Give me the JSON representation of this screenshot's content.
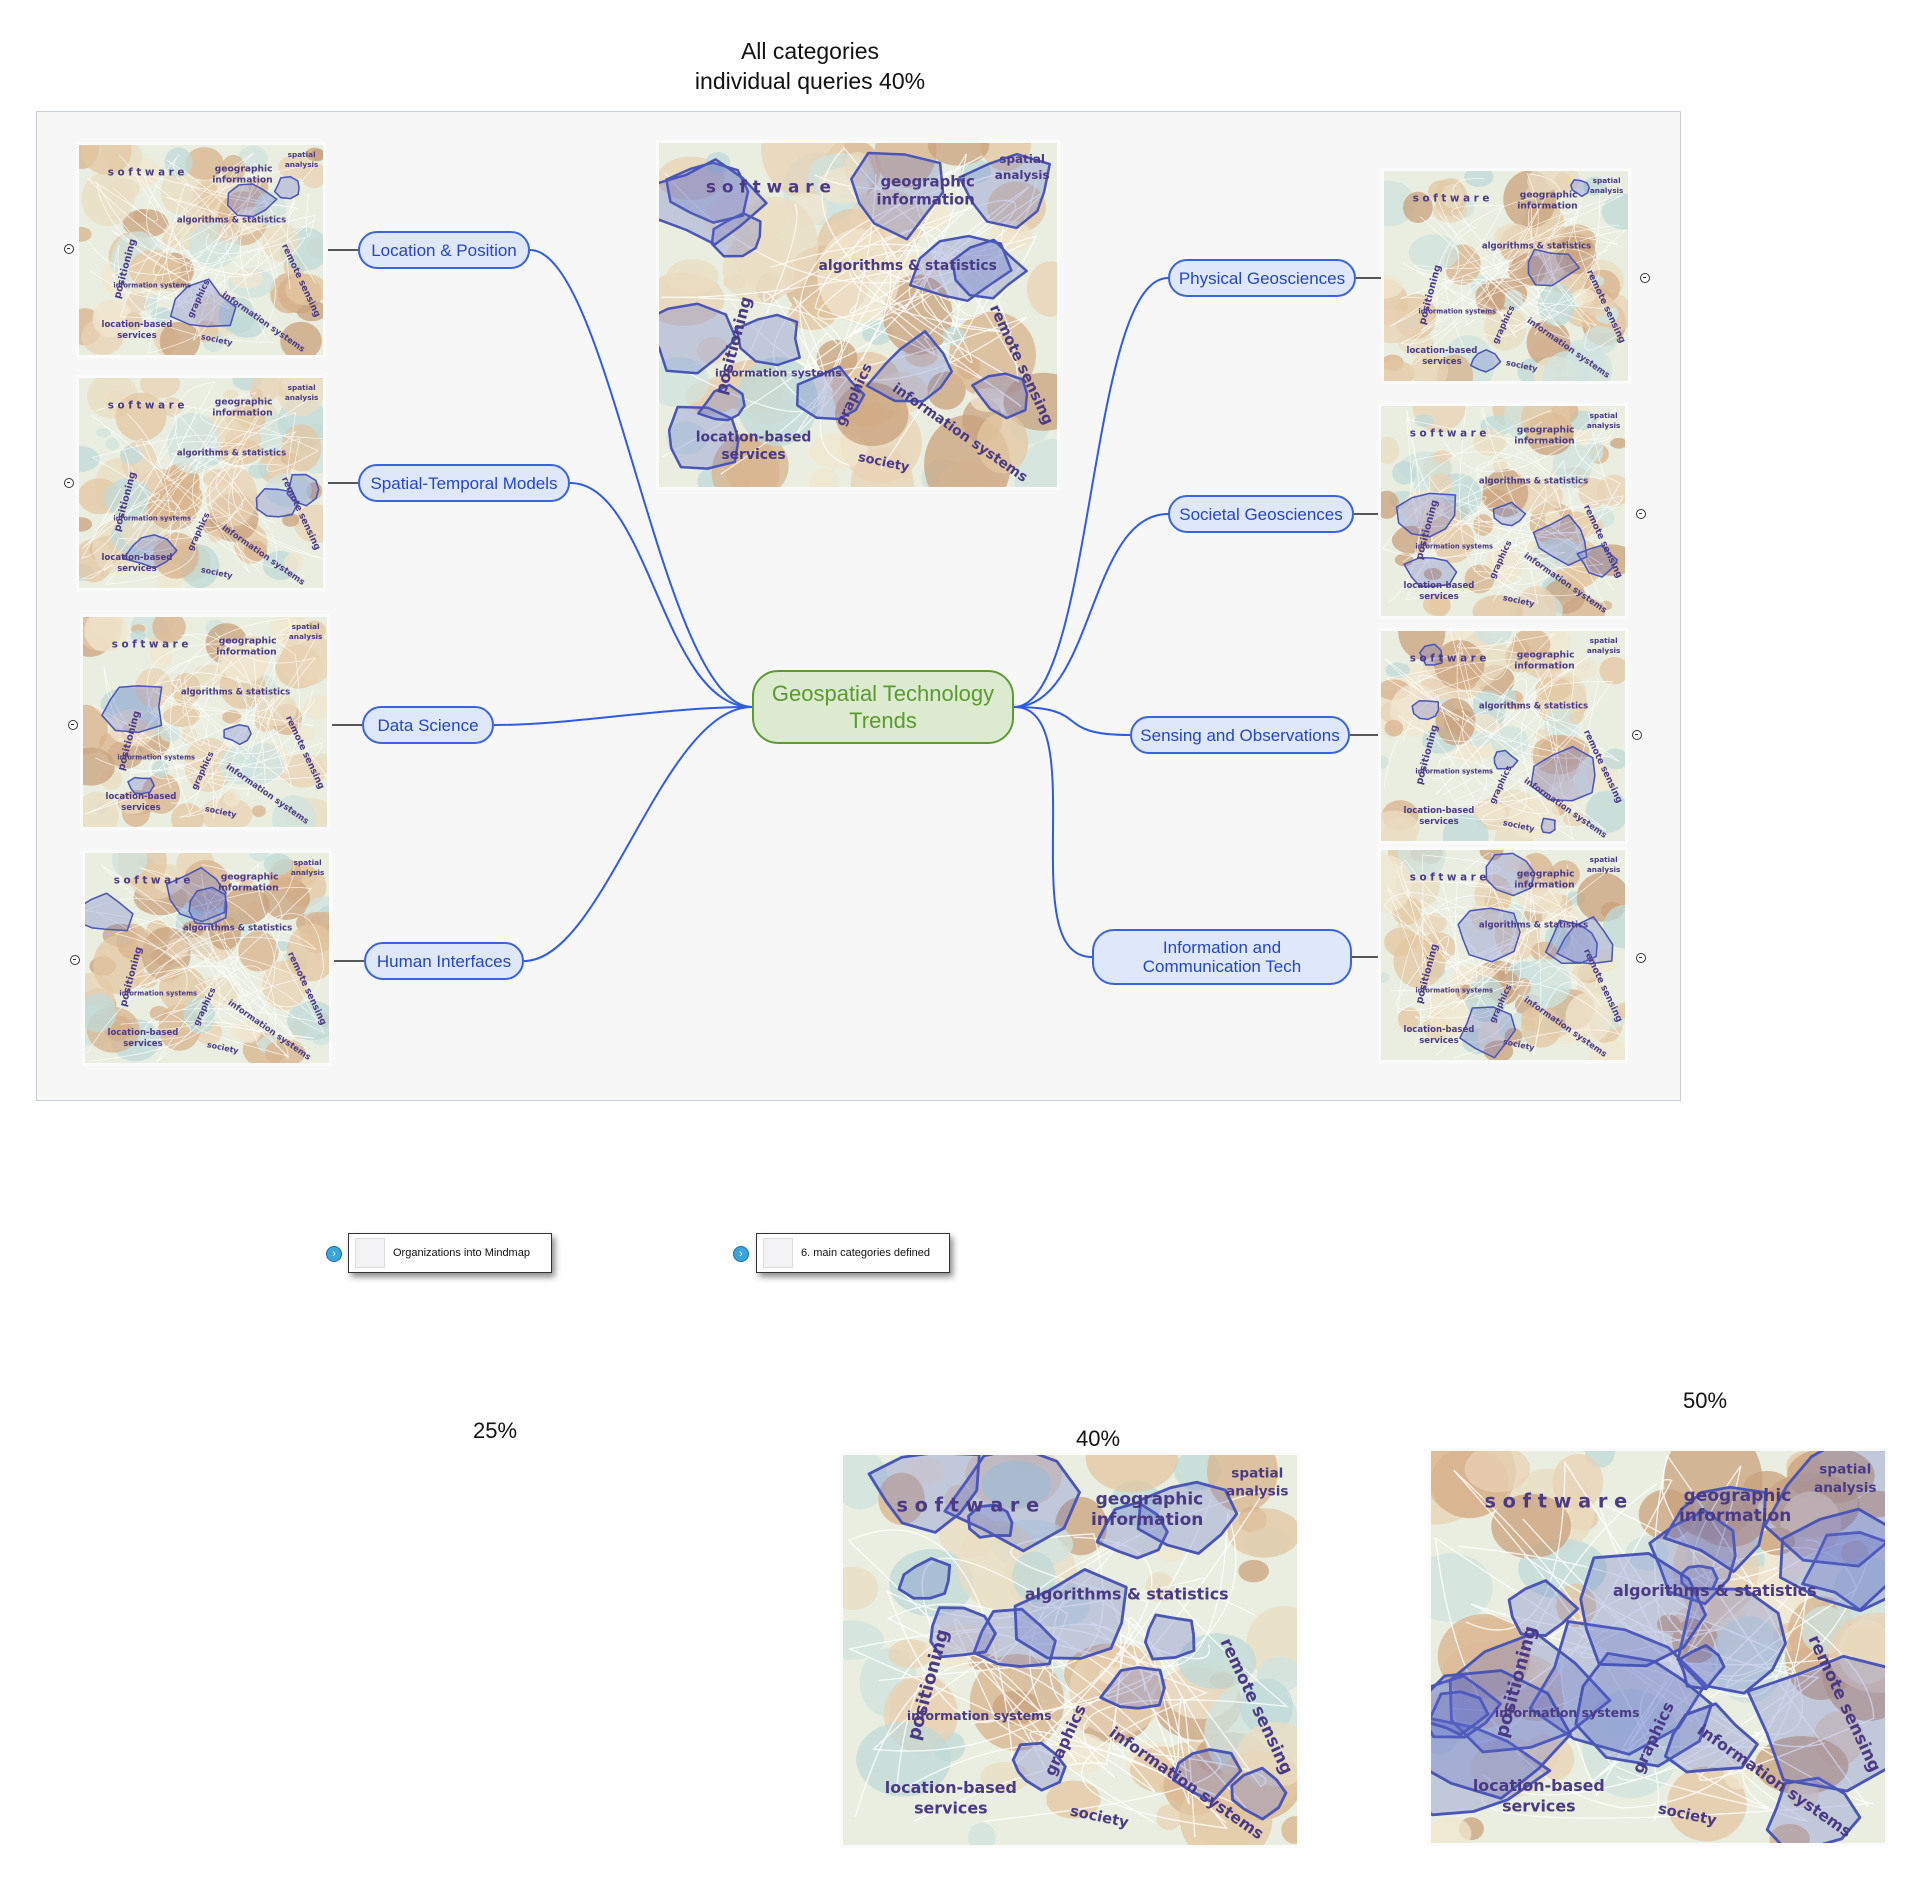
{
  "heading": {
    "line1": "All categories",
    "line2": "individual queries 40%"
  },
  "center_node": {
    "label": "Geospatial Technology Trends"
  },
  "left_nodes": [
    {
      "label": "Location & Position"
    },
    {
      "label": "Spatial-Temporal Models"
    },
    {
      "label": "Data Science"
    },
    {
      "label": "Human Interfaces"
    }
  ],
  "right_nodes": [
    {
      "label": "Physical Geosciences"
    },
    {
      "label": "Societal Geosciences"
    },
    {
      "label": "Sensing and Observations"
    },
    {
      "label": "Information and Communication Tech"
    }
  ],
  "map_labels": {
    "software": "s o f t w a r e",
    "geographic": "geographic",
    "information": "information",
    "spatial": "spatial",
    "analysis": "analysis",
    "algorithms": "algorithms & statistics",
    "positioning": "positioning",
    "info_systems_small": "information systems",
    "location_based": "location-based",
    "services": "services",
    "remote_sensing": "remote sensing",
    "information_systems": "information systems",
    "society": "society",
    "graphics": "graphics"
  },
  "slide_cards": [
    {
      "label": "Organizations into Mindmap"
    },
    {
      "label": "6. main categories defined"
    }
  ],
  "bottom_labels": {
    "p25": "25%",
    "p40": "40%",
    "p50": "50%"
  },
  "colors": {
    "link": "#2f5be6",
    "node_fill": "#dfe7fb",
    "center_fill": "#dcebd0",
    "center_border": "#5e9a34",
    "overlay": "#5a68c8"
  }
}
